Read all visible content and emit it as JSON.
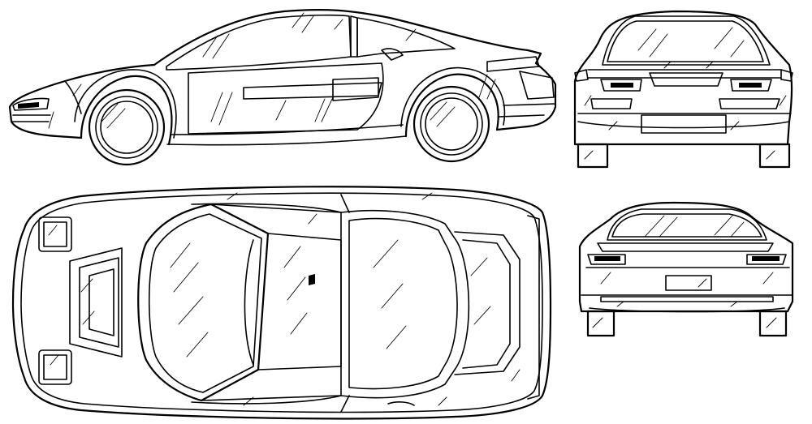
{
  "drawing": {
    "views": [
      "side",
      "top",
      "front",
      "rear"
    ],
    "line_color": "#000000",
    "background_color": "#ffffff"
  }
}
